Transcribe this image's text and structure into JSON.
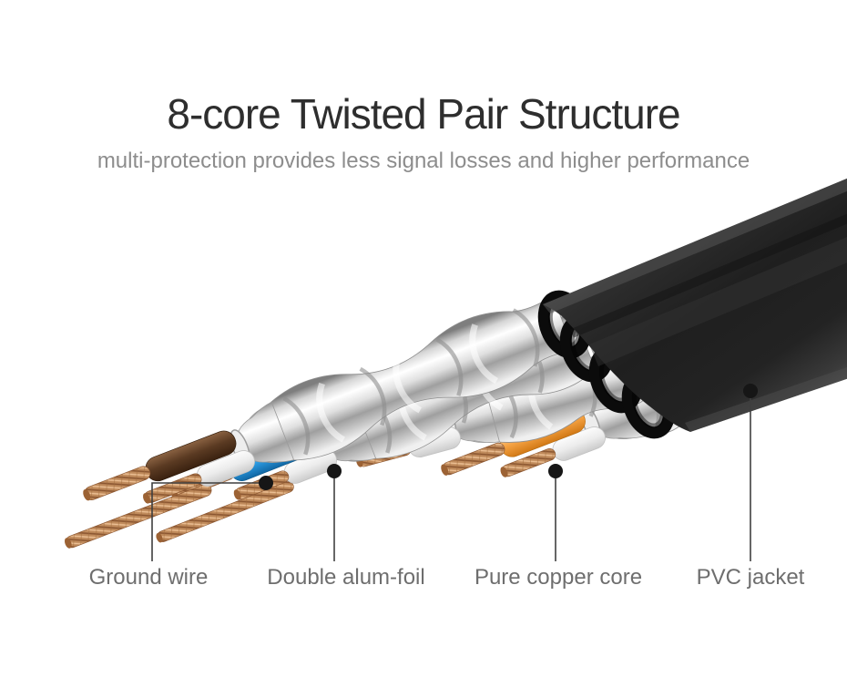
{
  "header": {
    "title": "8-core Twisted Pair Structure",
    "subtitle": "multi-protection provides less signal losses and higher performance"
  },
  "callouts": {
    "ground_wire": "Ground wire",
    "double_alum_foil": "Double alum-foil",
    "pure_copper_core": "Pure copper core",
    "pvc_jacket": "PVC jacket"
  },
  "palette": {
    "title_text": "#2e2e2e",
    "subtitle_text": "#8d8d8d",
    "label_text": "#6e6e6e",
    "leader_line": "#3f3f3f",
    "callout_dot": "#161616",
    "jacket_black": "#222222",
    "foil_silver": "#d8d8d8",
    "copper": "#c08b5c",
    "wire_brown": "#5a3a22",
    "wire_blue": "#2d9de4",
    "wire_green": "#31a02c",
    "wire_orange": "#f5a243",
    "wire_white": "#f2f2f2"
  }
}
